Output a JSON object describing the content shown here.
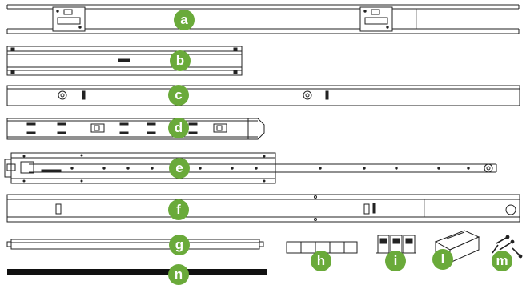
{
  "labels": {
    "a": "a",
    "b": "b",
    "c": "c",
    "d": "d",
    "e": "e",
    "f": "f",
    "g": "g",
    "h": "h",
    "i": "i",
    "l": "l",
    "m": "m",
    "n": "n"
  },
  "colors": {
    "label_badge": "#6aaa3a",
    "line": "#222222",
    "fill": "#ffffff",
    "solid_bar": "#111111"
  }
}
